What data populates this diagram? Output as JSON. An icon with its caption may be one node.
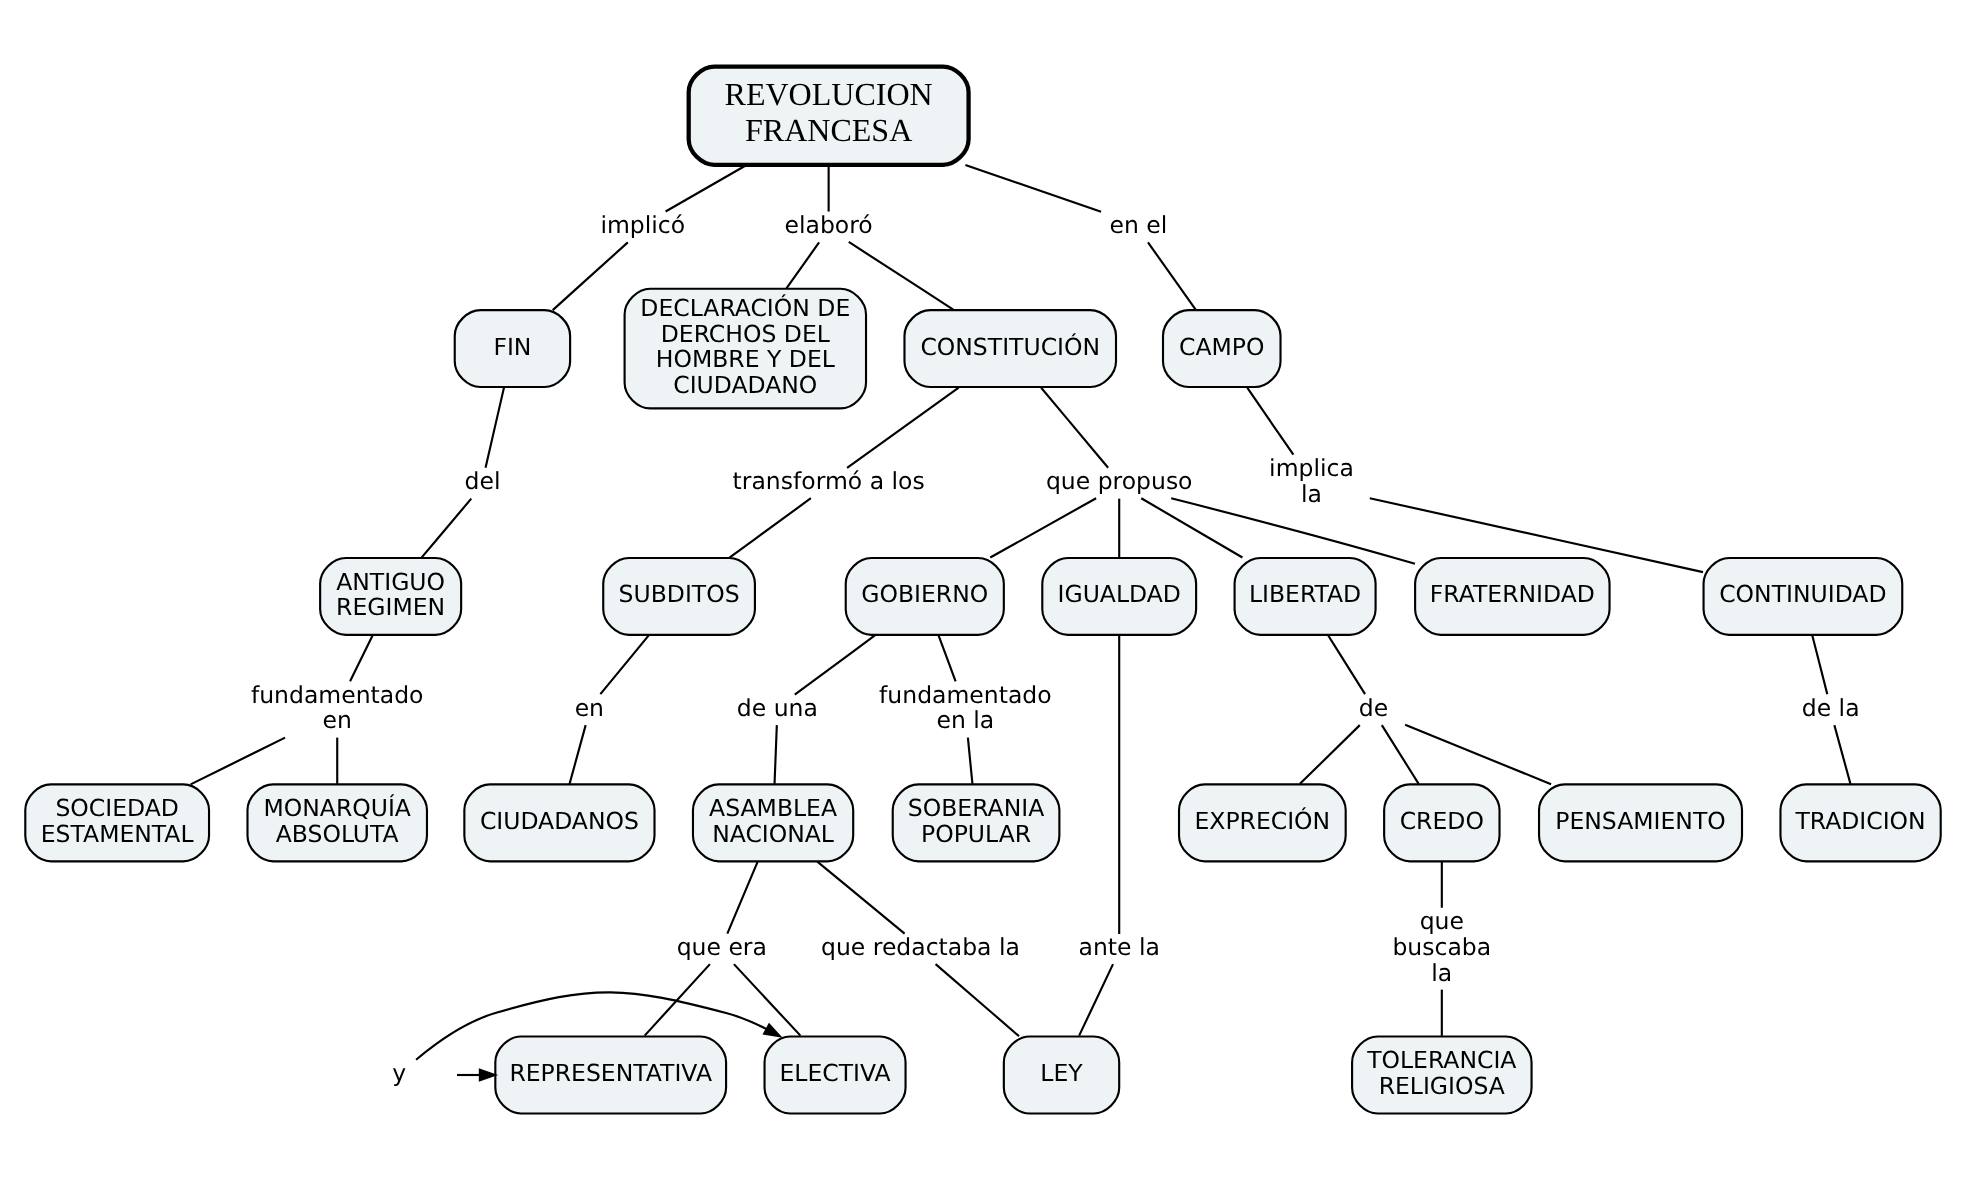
{
  "diagram": {
    "nodes": [
      {
        "text": [
          "REVOLUCION FRANCESA"
        ]
      },
      {
        "text": [
          "implicó"
        ]
      },
      {
        "text": [
          "FIN"
        ]
      },
      {
        "text": [
          "del"
        ]
      },
      {
        "text": [
          "ANTIGUO REGIMEN"
        ]
      },
      {
        "text": [
          "fundamentado en"
        ]
      },
      {
        "text": [
          "SOCIEDAD ESTAMENTAL"
        ]
      },
      {
        "text": [
          "MONARQUÍA ABSOLUTA"
        ]
      },
      {
        "text": [
          "elaboró"
        ]
      },
      {
        "text": [
          "DECLARACIÓN DE DERCHOS DEL HOMBRE Y DEL CIUDADANO"
        ]
      },
      {
        "text": [
          "CONSTITUCIÓN"
        ]
      },
      {
        "text": [
          "en el"
        ]
      },
      {
        "text": [
          "CAMPO"
        ]
      },
      {
        "text": [
          "implica la"
        ]
      },
      {
        "text": [
          "CONTINUIDAD"
        ]
      },
      {
        "text": [
          "de la"
        ]
      },
      {
        "text": [
          "TRADICION"
        ]
      },
      {
        "text": [
          "transformó a los"
        ]
      },
      {
        "text": [
          "SUBDITOS"
        ]
      },
      {
        "text": [
          "en"
        ]
      },
      {
        "text": [
          "CIUDADANOS"
        ]
      },
      {
        "text": [
          "que propuso"
        ]
      },
      {
        "text": [
          "IGUALDAD"
        ]
      },
      {
        "text": [
          "LIBERTAD"
        ]
      },
      {
        "text": [
          "FRATERNIDAD"
        ]
      },
      {
        "text": [
          "GOBIERNO"
        ]
      },
      {
        "text": [
          "ante la"
        ]
      },
      {
        "text": [
          "LEY"
        ]
      },
      {
        "text": [
          "de"
        ]
      },
      {
        "text": [
          "PENSAMIENTO"
        ]
      },
      {
        "text": [
          "EXPRECIÓN"
        ]
      },
      {
        "text": [
          "CREDO"
        ]
      },
      {
        "text": [
          "que buscaba la"
        ]
      },
      {
        "text": [
          "TOLERANCIA RELIGIOSA"
        ]
      },
      {
        "text": [
          "fundamentado en la"
        ]
      },
      {
        "text": [
          "SOBERANIA POPULAR"
        ]
      },
      {
        "text": [
          "de una"
        ]
      },
      {
        "text": [
          "ASAMBLEA NACIONAL"
        ]
      },
      {
        "text": [
          "que era"
        ]
      },
      {
        "text": [
          "ELECTIVA"
        ]
      },
      {
        "text": [
          "y"
        ]
      },
      {
        "text": [
          "REPRESENTATIVA"
        ]
      },
      {
        "text": [
          "que redactaba la"
        ]
      }
    ],
    "edges": [
      {
        "from": 0,
        "to": 1,
        "arrow": "none"
      },
      {
        "from": 1,
        "to": 2,
        "arrow": "none"
      },
      {
        "from": 2,
        "to": 3,
        "arrow": "none"
      },
      {
        "from": 3,
        "to": 4,
        "arrow": "none"
      },
      {
        "from": 4,
        "to": 5,
        "arrow": "none"
      },
      {
        "from": 5,
        "to": 6,
        "arrow": "none"
      },
      {
        "from": 5,
        "to": 7,
        "arrow": "none"
      },
      {
        "from": 0,
        "to": 8,
        "arrow": "none"
      },
      {
        "from": 8,
        "to": 9,
        "arrow": "none"
      },
      {
        "from": 8,
        "to": 10,
        "arrow": "none"
      },
      {
        "from": 0,
        "to": 11,
        "arrow": "none"
      },
      {
        "from": 11,
        "to": 12,
        "arrow": "none"
      },
      {
        "from": 12,
        "to": 13,
        "arrow": "none"
      },
      {
        "from": 13,
        "to": 14,
        "arrow": "none"
      },
      {
        "from": 14,
        "to": 15,
        "arrow": "none"
      },
      {
        "from": 15,
        "to": 16,
        "arrow": "none"
      },
      {
        "from": 10,
        "to": 17,
        "arrow": "none"
      },
      {
        "from": 17,
        "to": 18,
        "arrow": "none"
      },
      {
        "from": 18,
        "to": 19,
        "arrow": "none"
      },
      {
        "from": 19,
        "to": 20,
        "arrow": "none"
      },
      {
        "from": 10,
        "to": 21,
        "arrow": "none"
      },
      {
        "from": 21,
        "to": 22,
        "arrow": "none"
      },
      {
        "from": 21,
        "to": 23,
        "arrow": "none"
      },
      {
        "from": 21,
        "to": 24,
        "arrow": "none"
      },
      {
        "from": 21,
        "to": 25,
        "arrow": "none"
      },
      {
        "from": 22,
        "to": 26,
        "arrow": "none"
      },
      {
        "from": 26,
        "to": 27,
        "arrow": "none"
      },
      {
        "from": 23,
        "to": 28,
        "arrow": "none"
      },
      {
        "from": 28,
        "to": 29,
        "arrow": "none"
      },
      {
        "from": 28,
        "to": 30,
        "arrow": "none"
      },
      {
        "from": 28,
        "to": 31,
        "arrow": "none"
      },
      {
        "from": 31,
        "to": 32,
        "arrow": "none"
      },
      {
        "from": 32,
        "to": 33,
        "arrow": "none"
      },
      {
        "from": 25,
        "to": 34,
        "arrow": "none"
      },
      {
        "from": 34,
        "to": 35,
        "arrow": "none"
      },
      {
        "from": 25,
        "to": 36,
        "arrow": "none"
      },
      {
        "from": 36,
        "to": 37,
        "arrow": "none"
      },
      {
        "from": 37,
        "to": 38,
        "arrow": "none"
      },
      {
        "from": 38,
        "to": 39,
        "arrow": "none"
      },
      {
        "from": 38,
        "to": 41,
        "arrow": "none"
      },
      {
        "from": 40,
        "to": 39,
        "arrow": "to"
      },
      {
        "from": 40,
        "to": 41,
        "arrow": "to"
      },
      {
        "from": 37,
        "to": 42,
        "arrow": "none"
      },
      {
        "from": 42,
        "to": 27,
        "arrow": "none"
      }
    ]
  }
}
